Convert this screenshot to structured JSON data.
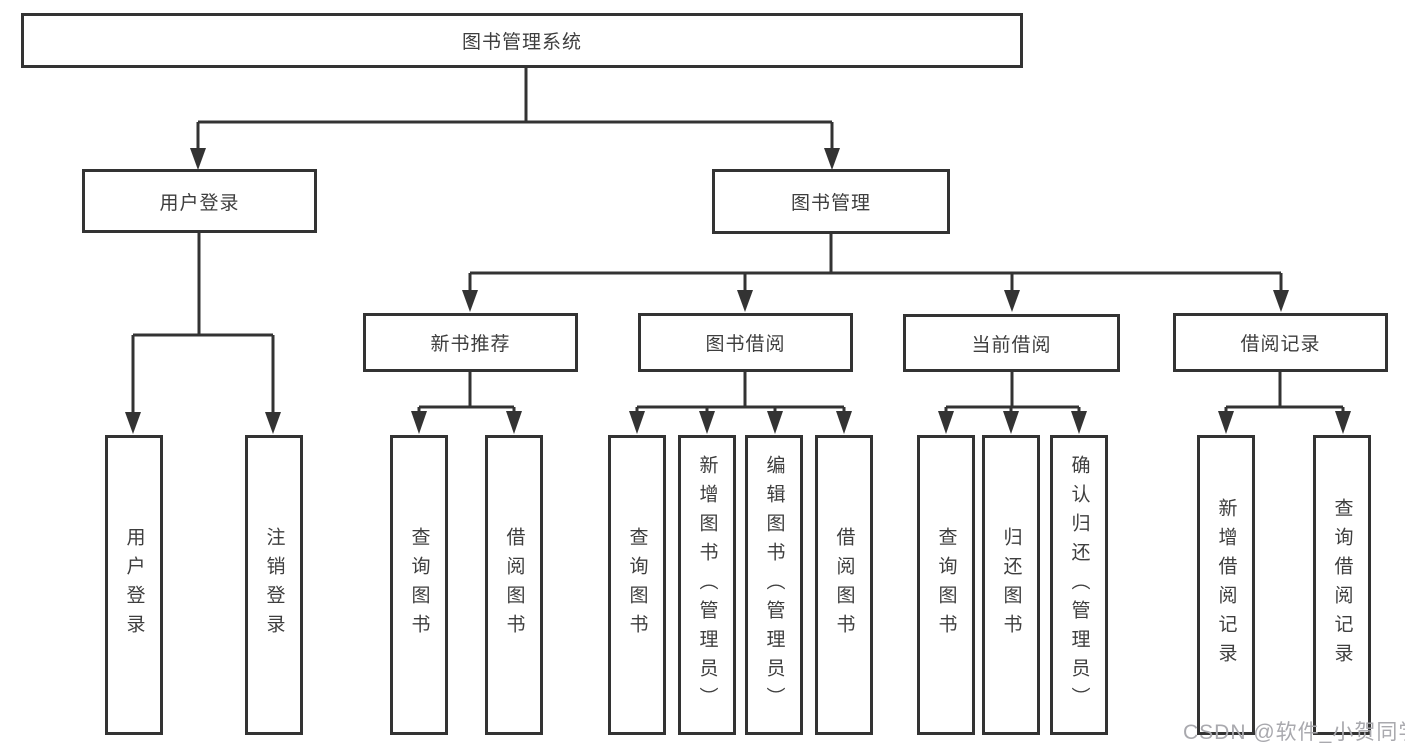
{
  "diagram": {
    "root": {
      "label": "图书管理系统"
    },
    "level2": [
      {
        "label": "用户登录"
      },
      {
        "label": "图书管理"
      }
    ],
    "level3": [
      {
        "label": "新书推荐"
      },
      {
        "label": "图书借阅"
      },
      {
        "label": "当前借阅"
      },
      {
        "label": "借阅记录"
      }
    ],
    "leaves": {
      "user_login": [
        {
          "label": "用户登录"
        },
        {
          "label": "注销登录"
        }
      ],
      "new_book": [
        {
          "label": "查询图书"
        },
        {
          "label": "借阅图书"
        }
      ],
      "book_borrow": [
        {
          "label": "查询图书"
        },
        {
          "label": "新增图书（管理员）"
        },
        {
          "label": "编辑图书（管理员）"
        },
        {
          "label": "借阅图书"
        }
      ],
      "current_borrow": [
        {
          "label": "查询图书"
        },
        {
          "label": "归还图书"
        },
        {
          "label": "确认归还（管理员）"
        }
      ],
      "borrow_records": [
        {
          "label": "新增借阅记录"
        },
        {
          "label": "查询借阅记录"
        }
      ]
    },
    "colors": {
      "line": "#333333",
      "text": "#3e3e3e",
      "watermark_text": "#a9a9ae",
      "background": "#ffffff"
    }
  },
  "watermark": {
    "text": "CSDN @软件_小贺同学"
  }
}
